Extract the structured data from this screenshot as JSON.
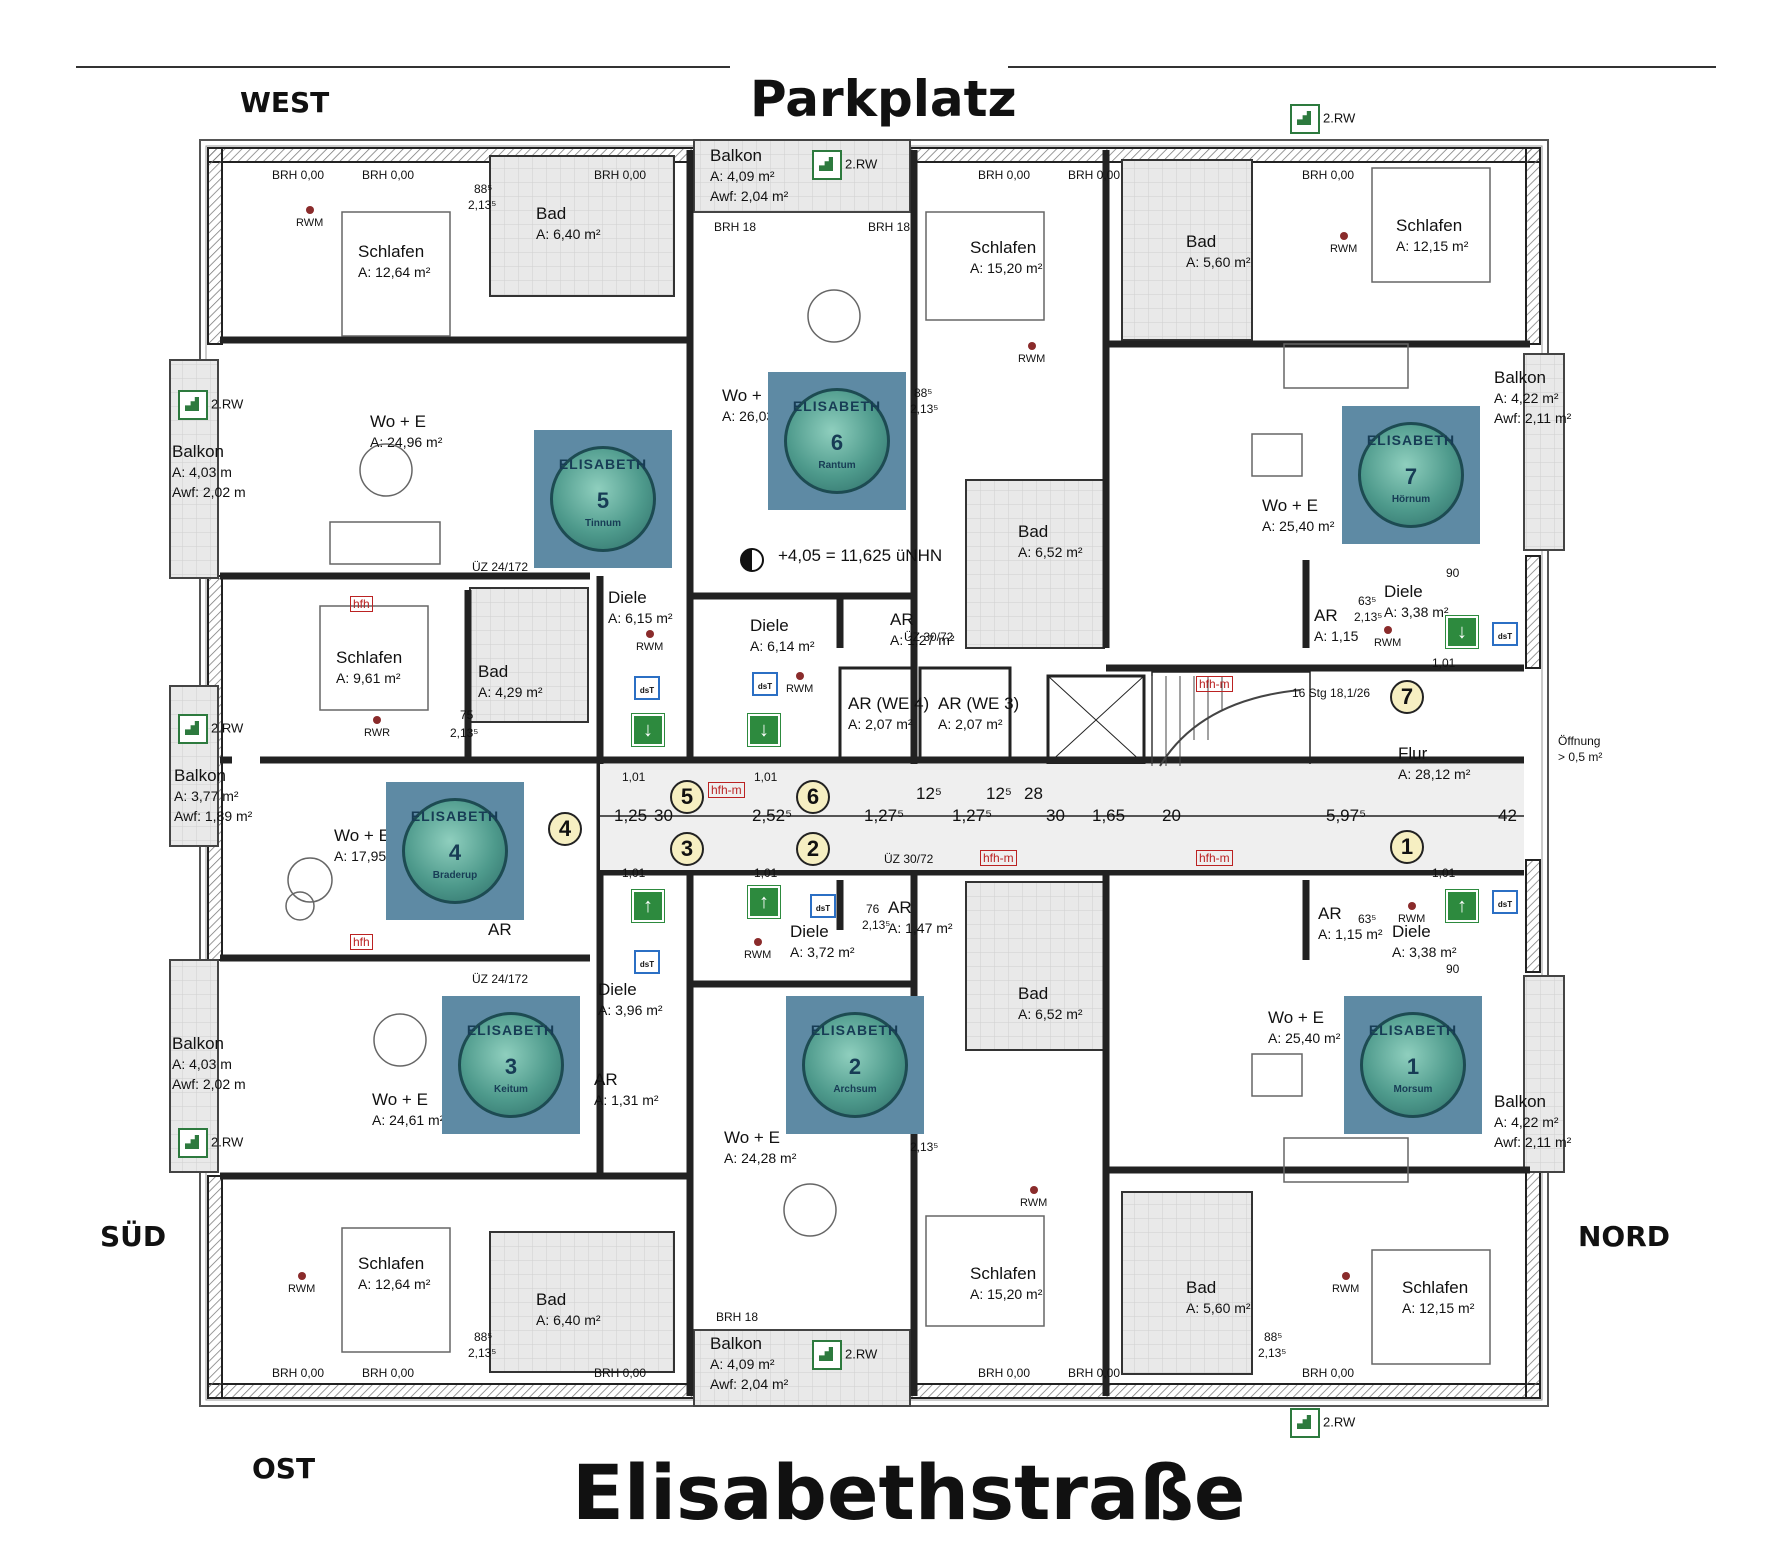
{
  "compass": {
    "west": "WEST",
    "sued": "SÜD",
    "nord": "NORD",
    "ost": "OST"
  },
  "streets": {
    "top": "Parkplatz",
    "bottom": "Elisabethstraße"
  },
  "elevation": "+4,05 = 11,625 üNHN",
  "badges": [
    {
      "brand": "ELISABETH",
      "num": "1",
      "place": "Morsum"
    },
    {
      "brand": "ELISABETH",
      "num": "2",
      "place": "Archsum"
    },
    {
      "brand": "ELISABETH",
      "num": "3",
      "place": "Keitum"
    },
    {
      "brand": "ELISABETH",
      "num": "4",
      "place": "Braderup"
    },
    {
      "brand": "ELISABETH",
      "num": "5",
      "place": "Tinnum"
    },
    {
      "brand": "ELISABETH",
      "num": "6",
      "place": "Rantum"
    },
    {
      "brand": "ELISABETH",
      "num": "7",
      "place": "Hörnum"
    }
  ],
  "rooms": [
    {
      "name": "Schlafen",
      "area": "A: 12,64 m²"
    },
    {
      "name": "Bad",
      "area": "A: 6,40 m²"
    },
    {
      "name": "Balkon",
      "area": "A:   4,09 m²",
      "awf": "Awf: 2,04 m²"
    },
    {
      "name": "Schlafen",
      "area": "A: 15,20 m²"
    },
    {
      "name": "Bad",
      "area": "A: 5,60 m²"
    },
    {
      "name": "Schlafen",
      "area": "A: 12,15 m²"
    },
    {
      "name": "Wo + E",
      "area": "A: 24,96 m²"
    },
    {
      "name": "Wo + E",
      "area": "A: 26,03"
    },
    {
      "name": "Balkon",
      "area": "A:   4,22 m²",
      "awf": "Awf: 2,11 m²"
    },
    {
      "name": "Balkon",
      "area": "A:   4,03 m",
      "awf": "Awf: 2,02 m"
    },
    {
      "name": "Wo + E",
      "area": "A: 25,40 m²"
    },
    {
      "name": "Bad",
      "area": "A: 6,52 m²"
    },
    {
      "name": "Diele",
      "area": "A: 6,15 m²"
    },
    {
      "name": "Diele",
      "area": "A: 6,14 m²"
    },
    {
      "name": "AR",
      "area": "A: 1,27 m²"
    },
    {
      "name": "AR",
      "area": "A: 1,15"
    },
    {
      "name": "Diele",
      "area": "A: 3,38 m²"
    },
    {
      "name": "Schlafen",
      "area": "A: 9,61 m²"
    },
    {
      "name": "Bad",
      "area": "A: 4,29 m²"
    },
    {
      "name": "AR (WE 4)",
      "area": "A: 2,07 m²"
    },
    {
      "name": "AR (WE 3)",
      "area": "A: 2,07 m²"
    },
    {
      "name": "Flur",
      "area": "A: 28,12 m²"
    },
    {
      "name": "Balkon",
      "area": "A:   3,77 m²",
      "awf": "Awf: 1,89 m²"
    },
    {
      "name": "Wo + E",
      "area": "A: 17,95"
    },
    {
      "name": "Diele",
      "area": "A: 3,72 m²"
    },
    {
      "name": "AR",
      "area": "A: 1,47 m²"
    },
    {
      "name": "AR",
      "area": "A: 1,15 m²"
    },
    {
      "name": "Diele",
      "area": "A: 3,38 m²"
    },
    {
      "name": "AR",
      "area": ""
    },
    {
      "name": "Diele",
      "area": "A: 3,96 m²"
    },
    {
      "name": "Bad",
      "area": "A: 6,52 m²"
    },
    {
      "name": "Wo + E",
      "area": "A: 25,40 m²"
    },
    {
      "name": "Balkon",
      "area": "A:   4,03 m",
      "awf": "Awf: 2,02 m"
    },
    {
      "name": "Wo + E",
      "area": "A: 24,61 m²"
    },
    {
      "name": "AR",
      "area": "A: 1,31 m²"
    },
    {
      "name": "Wo + E",
      "area": "A: 24,28 m²"
    },
    {
      "name": "Balkon",
      "area": "A:   4,22 m²",
      "awf": "Awf: 2,11 m²"
    },
    {
      "name": "Schlafen",
      "area": "A: 12,64 m²"
    },
    {
      "name": "Bad",
      "area": "A: 6,40 m²"
    },
    {
      "name": "Balkon",
      "area": "A:   4,09 m²",
      "awf": "Awf: 2,04 m²"
    },
    {
      "name": "Schlafen",
      "area": "A: 15,20 m²"
    },
    {
      "name": "Bad",
      "area": "A: 5,60 m²"
    },
    {
      "name": "Schlafen",
      "area": "A: 12,15 m²"
    }
  ],
  "rw_label": "2.RW",
  "rwm": "RWM",
  "rwr": "RWR",
  "hfh": "hfh",
  "hfh_m": "hfh-m",
  "dst": "dsT",
  "brh_000": "BRH 0,00",
  "brh_18": "BRH 18",
  "uez_24": "ÜZ 24/172",
  "uez_30": "ÜZ 30/72",
  "stair": "16 Stg 18,1/26",
  "oeffnung": "Öffnung",
  "oeffnung_area": "> 0,5 m²",
  "heights": {
    "h885": "88⁵",
    "h2135": "2,13⁵",
    "h635": "63⁵",
    "h76": "76",
    "h90": "90",
    "h75": "75",
    "h101": "1,01"
  },
  "dims": [
    "1,25",
    "30",
    "2,52⁵",
    "1,27⁵",
    "12⁵",
    "1,27⁵",
    "12⁵",
    "28",
    "30",
    "1,65",
    "20",
    "5,97⁵",
    "42"
  ],
  "markers": [
    "1",
    "2",
    "3",
    "4",
    "5",
    "6",
    "7"
  ]
}
